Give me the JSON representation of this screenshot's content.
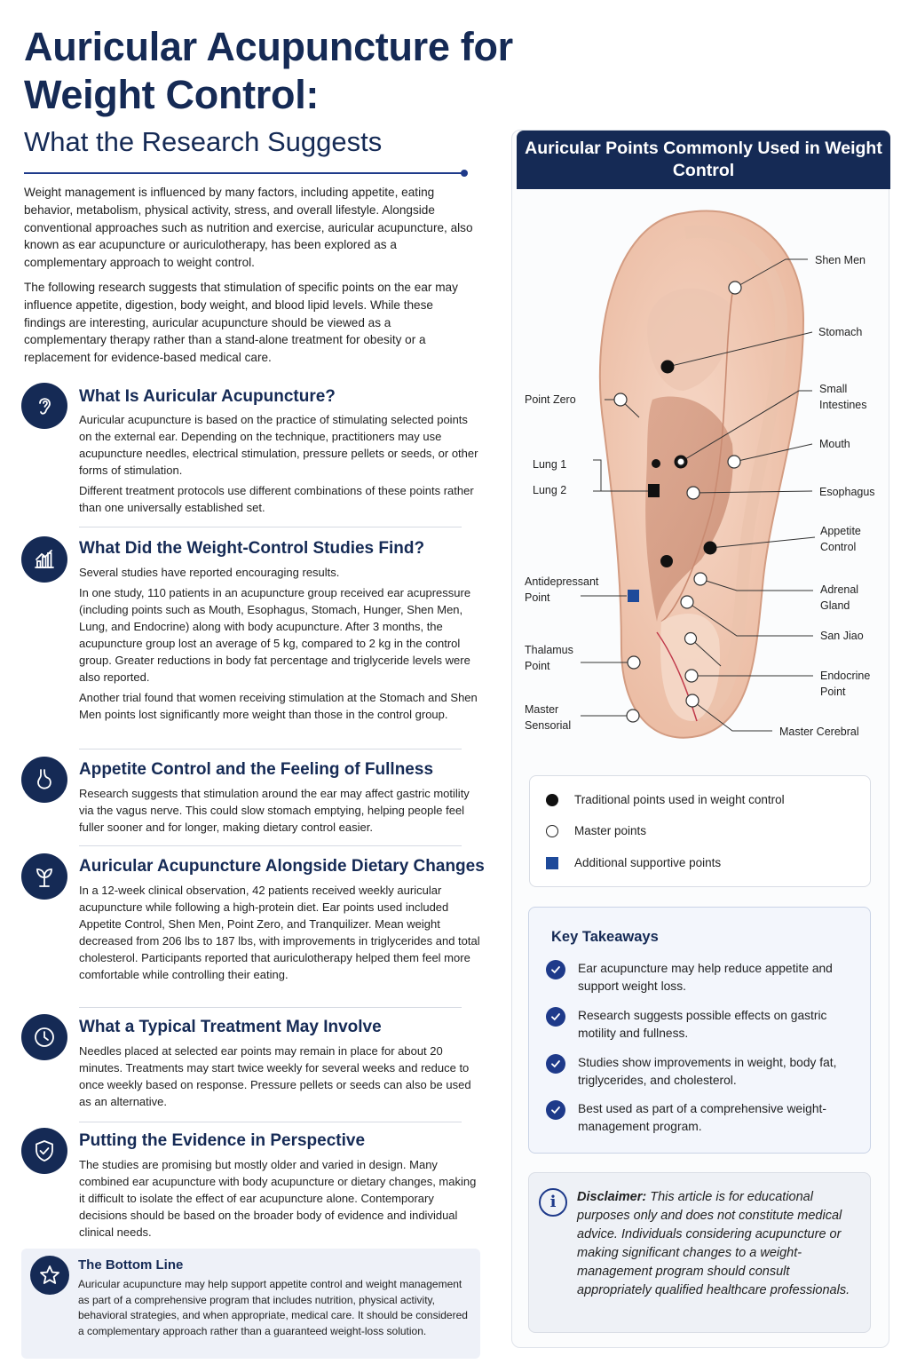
{
  "header": {
    "title": "Auricular Acupuncture for Weight Control:",
    "subtitle": "What the Research Suggests"
  },
  "intro": {
    "p1": "Weight management is influenced by many factors, including appetite, eating behavior, metabolism, physical activity, stress, and overall lifestyle. Alongside conventional approaches such as nutrition and exercise, auricular acupuncture, also known as ear acupuncture or auriculotherapy, has been explored as a complementary approach to weight control.",
    "p2": "The following research suggests that stimulation of specific points on the ear may influence appetite, digestion, body weight, and blood lipid levels. While these findings are interesting, auricular acupuncture should be viewed as a complementary therapy rather than a stand-alone treatment for obesity or a replacement for evidence-based medical care."
  },
  "sections": [
    {
      "icon": "ear-icon",
      "title": "What Is Auricular Acupuncture?",
      "paragraphs": [
        "Auricular acupuncture is based on the practice of stimulating selected points on the external ear. Depending on the technique, practitioners may use acupuncture needles, electrical stimulation, pressure pellets or seeds, or other forms of stimulation.",
        "Different treatment protocols use different combinations of these points rather than one universally established set."
      ]
    },
    {
      "icon": "bar-chart-icon",
      "title": "What Did the Weight-Control Studies Find?",
      "paragraphs": [
        "Several studies have reported encouraging results.",
        "In one study, 110 patients in an acupuncture group received ear acupressure (including points such as Mouth, Esophagus, Stomach, Hunger, Shen Men, Lung, and Endocrine) along with body acupuncture. After 3 months, the acupuncture group lost an average of 5 kg, compared to 2 kg in the control group. Greater reductions in body fat percentage and triglyceride levels were also reported.",
        "Another trial found that women receiving stimulation at the Stomach and Shen Men points lost significantly more weight than those in the control group."
      ]
    },
    {
      "icon": "stomach-icon",
      "title": "Appetite Control and the Feeling of Fullness",
      "paragraphs": [
        "Research suggests that stimulation around the ear may affect gastric motility via the vagus nerve. This could slow stomach emptying, helping people feel fuller sooner and for longer, making dietary control easier."
      ]
    },
    {
      "icon": "leaf-icon",
      "title": "Auricular Acupuncture Alongside Dietary Changes",
      "paragraphs": [
        "In a 12-week clinical observation, 42 patients received weekly auricular acupuncture while following a high-protein diet. Ear points used included Appetite Control, Shen Men, Point Zero, and Tranquilizer. Mean weight decreased from 206 lbs to 187 lbs, with improvements in triglycerides and total cholesterol. Participants reported that auriculotherapy helped them feel more comfortable while controlling their eating."
      ]
    },
    {
      "icon": "clock-icon",
      "title": "What a Typical Treatment May Involve",
      "paragraphs": [
        "Needles placed at selected ear points may remain in place for about 20 minutes. Treatments may start twice weekly for several weeks and reduce to once weekly based on response. Pressure pellets or seeds can also be used as an alternative."
      ]
    },
    {
      "icon": "shield-check-icon",
      "title": "Putting the Evidence in Perspective",
      "paragraphs": [
        "The studies are promising but mostly older and varied in design. Many combined ear acupuncture with body acupuncture or dietary changes, making it difficult to isolate the effect of ear acupuncture alone. Contemporary decisions should be based on the broader body of evidence and individual clinical needs."
      ]
    }
  ],
  "bottom_line": {
    "icon": "star-icon",
    "title": "The Bottom Line",
    "text": "Auricular acupuncture may help support appetite control and weight management as part of a comprehensive program that includes nutrition, physical activity, behavioral strategies, and when appropriate, medical care. It should be considered a complementary approach rather than a guaranteed weight-loss solution."
  },
  "diagram": {
    "title": "Auricular Points Commonly Used in Weight Control",
    "labels": {
      "shen_men": "Shen Men",
      "stomach": "Stomach",
      "point_zero": "Point Zero",
      "small_intestines": "Small Intestines",
      "mouth": "Mouth",
      "lung1": "Lung 1",
      "lung2": "Lung 2",
      "esophagus": "Esophagus",
      "appetite_control": "Appetite Control",
      "antidepressant": "Antidepressant Point",
      "adrenal": "Adrenal Gland",
      "san_jiao": "San Jiao",
      "thalamus": "Thalamus Point",
      "endocrine": "Endocrine Point",
      "master_sensorial": "Master Sensorial",
      "master_cerebral": "Master Cerebral"
    },
    "colors": {
      "traditional": "#111111",
      "master": "#ffffff",
      "supportive": "#1e4a9a",
      "header": "#152a55"
    }
  },
  "legend": {
    "traditional": "Traditional points used in weight control",
    "master": "Master points",
    "supportive": "Additional supportive points"
  },
  "takeaways": {
    "title": "Key Takeaways",
    "items": [
      "Ear acupuncture may help reduce appetite and support weight loss.",
      "Research suggests possible effects on gastric motility and fullness.",
      "Studies show improvements in weight, body fat, triglycerides, and cholesterol.",
      "Best used as part of a comprehensive weight-management program."
    ]
  },
  "disclaimer": {
    "label": "Disclaimer:",
    "text": "This article is for educational purposes only and does not constitute medical advice. Individuals considering acupuncture or making significant changes to a weight-management program should consult appropriately qualified healthcare professionals."
  }
}
